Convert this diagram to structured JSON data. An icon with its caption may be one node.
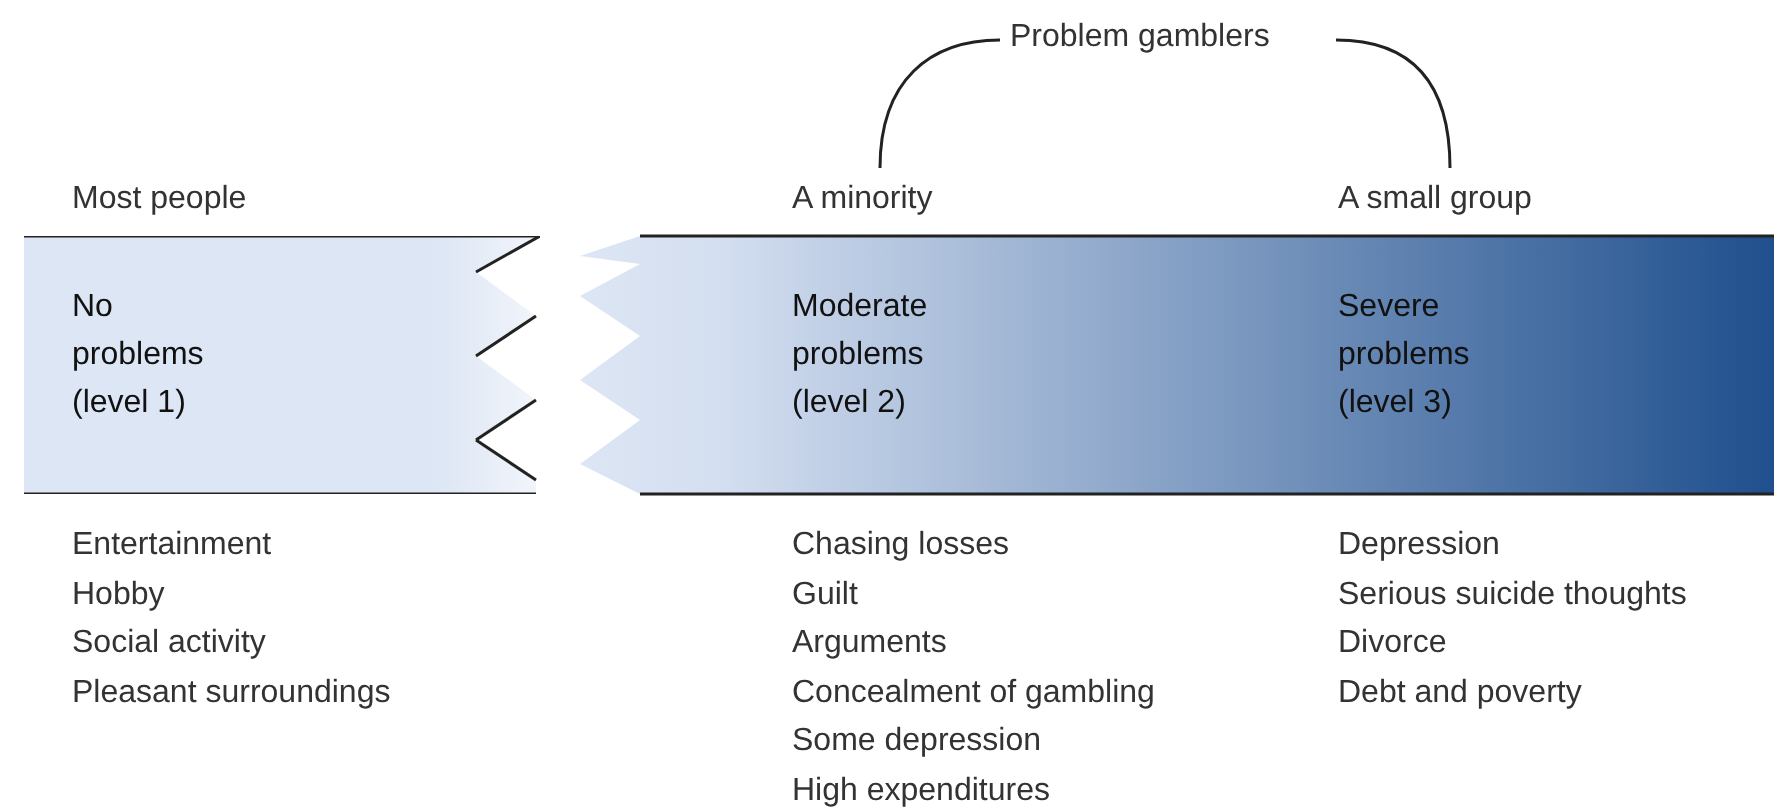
{
  "diagram": {
    "nodes": [
      {
        "text": [
          "No problems (level 1)"
        ],
        "beside": [
          "Most people",
          "Entertainment",
          "Hobby",
          "Social activity",
          "Pleasant surroundings"
        ]
      },
      {
        "text": [
          "Moderate problems (level 2)"
        ],
        "beside": [
          "A minority",
          "Chasing losses",
          "Guilt",
          "Arguments",
          "Concealment of gambling",
          "Some depression",
          "High expenditures"
        ]
      },
      {
        "text": [
          "Severe problems (level 3)"
        ],
        "beside": [
          "A small group",
          "Depression",
          "Serious suicide thoughts",
          "Divorce",
          "Debt and poverty"
        ]
      }
    ],
    "edges": [],
    "labels": [
      "Problem gamblers"
    ]
  }
}
